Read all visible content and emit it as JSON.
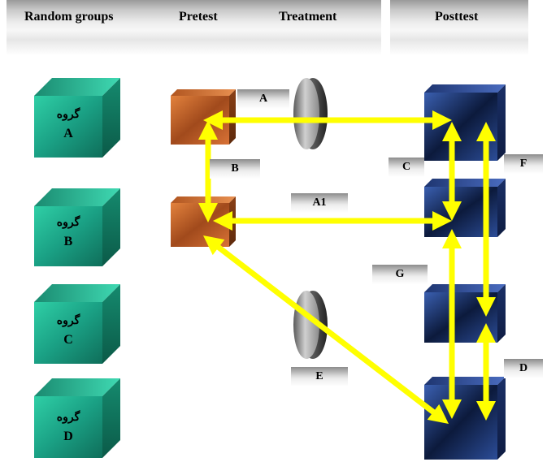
{
  "headers": {
    "random_groups": "Random groups",
    "pretest": "Pretest",
    "treatment": "Treatment",
    "posttest": "Posttest"
  },
  "groups": [
    {
      "word": "گروه",
      "letter": "A"
    },
    {
      "word": "گروه",
      "letter": "B"
    },
    {
      "word": "گروه",
      "letter": "C"
    },
    {
      "word": "گروه",
      "letter": "D"
    }
  ],
  "labels": {
    "A": "A",
    "A1": "A1",
    "B": "B",
    "C": "C",
    "D": "D",
    "E": "E",
    "F": "F",
    "G": "G"
  },
  "colors": {
    "group_cube": "#1a9c80",
    "pretest_cube": "#c8602a",
    "posttest_cube": "#1f3a78",
    "arrow": "#ffff00"
  }
}
